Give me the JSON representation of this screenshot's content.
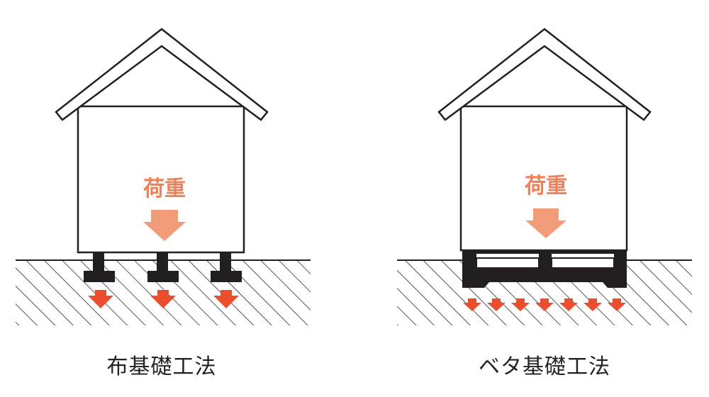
{
  "colors": {
    "load_text": "#ef8158",
    "load_arrow": "#f29b79",
    "pressure_arrow": "#ea4e2c",
    "outline": "#231f20",
    "hatch": "#231f20"
  },
  "left_panel": {
    "load_label": "荷重",
    "caption": "布基礎工法",
    "pressure_arrow_count": 3
  },
  "right_panel": {
    "load_label": "荷重",
    "caption": "ベタ基礎工法",
    "pressure_arrow_count": 7
  }
}
